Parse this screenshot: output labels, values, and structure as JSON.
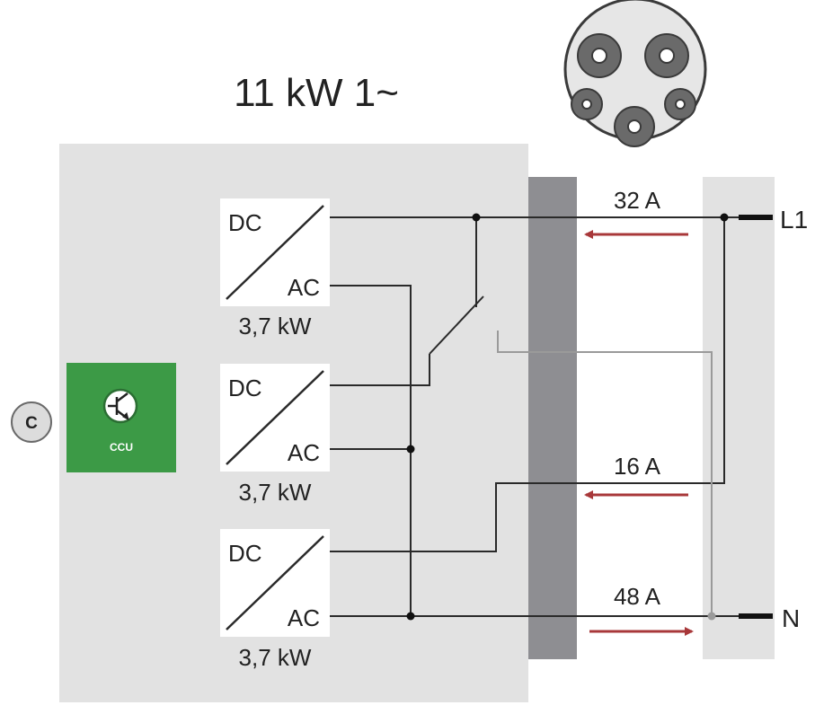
{
  "title": "11 kW 1~",
  "converters": [
    {
      "top": "DC",
      "bottom": "AC",
      "rating": "3,7 kW"
    },
    {
      "top": "DC",
      "bottom": "AC",
      "rating": "3,7 kW"
    },
    {
      "top": "DC",
      "bottom": "AC",
      "rating": "3,7 kW"
    }
  ],
  "ccu": {
    "label": "CCU",
    "badge": "C"
  },
  "currents": {
    "l1_line": "32 A",
    "mid_line": "16 A",
    "n_line": "48 A"
  },
  "terminals": {
    "l1": "L1",
    "n": "N"
  },
  "colors": {
    "panel": "#e2e2e2",
    "divider": "#8e8e92",
    "ccu_green": "#3c9a46",
    "arrow_red": "#a8383a",
    "wire": "#2a2a2a"
  }
}
